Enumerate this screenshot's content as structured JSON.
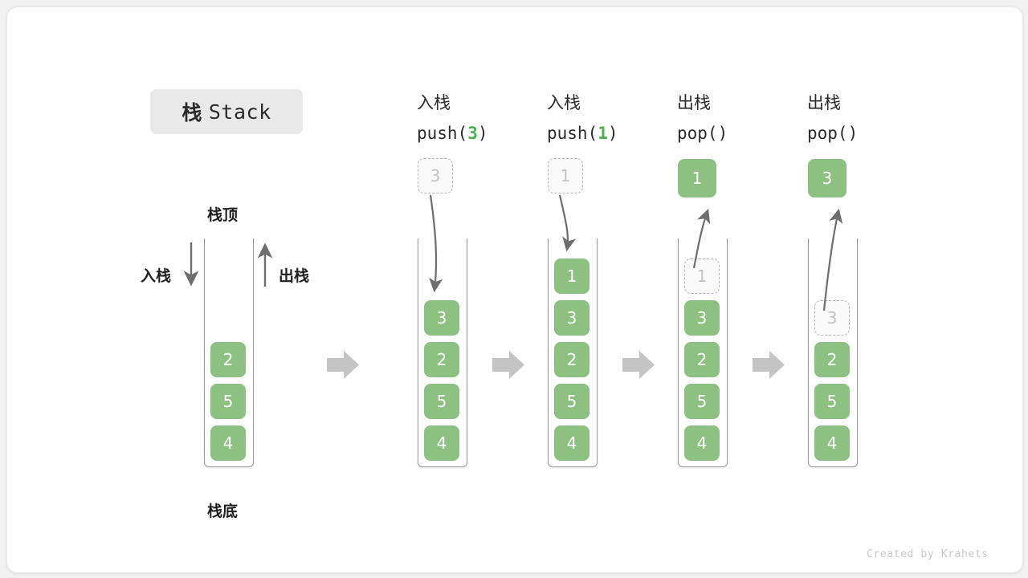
{
  "figure": {
    "title_cn": "栈",
    "title_en": "Stack",
    "credit": "Created by Krahets"
  },
  "legend": {
    "top_label": "栈顶",
    "bottom_label": "栈底",
    "push_label": "入栈",
    "pop_label": "出栈",
    "push_arrow_icon": "arrow-down-icon",
    "pop_arrow_icon": "arrow-up-icon"
  },
  "steps": [
    {
      "id": "initial",
      "header_cn": "",
      "header_code_prefix": "",
      "header_code_arg": "",
      "header_code_suffix": "",
      "floating": null,
      "cells": [
        {
          "value": "2",
          "state": "solid"
        },
        {
          "value": "5",
          "state": "solid"
        },
        {
          "value": "4",
          "state": "solid"
        }
      ]
    },
    {
      "id": "push-3",
      "header_cn": "入栈",
      "header_code_prefix": "push(",
      "header_code_arg": "3",
      "header_code_suffix": ")",
      "floating": {
        "value": "3",
        "state": "ghost",
        "position": "above"
      },
      "cells": [
        {
          "value": "3",
          "state": "solid"
        },
        {
          "value": "2",
          "state": "solid"
        },
        {
          "value": "5",
          "state": "solid"
        },
        {
          "value": "4",
          "state": "solid"
        }
      ]
    },
    {
      "id": "push-1",
      "header_cn": "入栈",
      "header_code_prefix": "push(",
      "header_code_arg": "1",
      "header_code_suffix": ")",
      "floating": {
        "value": "1",
        "state": "ghost",
        "position": "above"
      },
      "cells": [
        {
          "value": "1",
          "state": "solid"
        },
        {
          "value": "3",
          "state": "solid"
        },
        {
          "value": "2",
          "state": "solid"
        },
        {
          "value": "5",
          "state": "solid"
        },
        {
          "value": "4",
          "state": "solid"
        }
      ]
    },
    {
      "id": "pop-1",
      "header_cn": "出栈",
      "header_code_prefix": "pop(",
      "header_code_arg": "",
      "header_code_suffix": ")",
      "floating": {
        "value": "1",
        "state": "solid",
        "position": "above"
      },
      "cells": [
        {
          "value": "1",
          "state": "ghost"
        },
        {
          "value": "3",
          "state": "solid"
        },
        {
          "value": "2",
          "state": "solid"
        },
        {
          "value": "5",
          "state": "solid"
        },
        {
          "value": "4",
          "state": "solid"
        }
      ]
    },
    {
      "id": "pop-3",
      "header_cn": "出栈",
      "header_code_prefix": "pop(",
      "header_code_arg": "",
      "header_code_suffix": ")",
      "floating": {
        "value": "3",
        "state": "solid",
        "position": "above"
      },
      "cells": [
        {
          "value": "3",
          "state": "ghost"
        },
        {
          "value": "2",
          "state": "solid"
        },
        {
          "value": "5",
          "state": "solid"
        },
        {
          "value": "4",
          "state": "solid"
        }
      ]
    }
  ],
  "transitions": [
    {
      "icon": "step-arrow-right-icon"
    },
    {
      "icon": "step-arrow-right-icon"
    },
    {
      "icon": "step-arrow-right-icon"
    },
    {
      "icon": "step-arrow-right-icon"
    }
  ],
  "colors": {
    "cell_fill": "#8cc182",
    "cell_text": "#ffffff",
    "ghost_border": "#b4b4b4",
    "ghost_text": "#c4c4c4",
    "accent_green": "#4caf50",
    "arrow_gray": "#6e6e6e",
    "step_arrow_gray": "#c4c4c4",
    "badge_bg": "#e9e9e9",
    "card_bg": "#ffffff",
    "page_bg": "#f2f2f2"
  }
}
